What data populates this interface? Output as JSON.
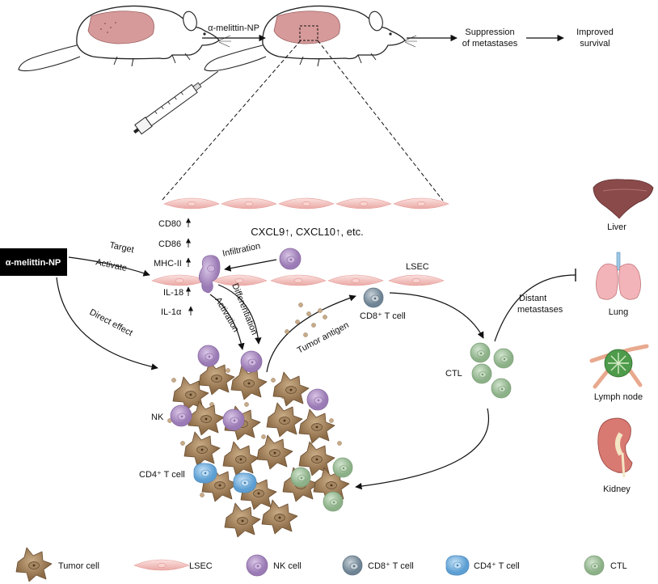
{
  "top": {
    "injection_label": "α-melittin-NP",
    "outcome1_line1": "Suppression",
    "outcome1_line2": "of metastases",
    "outcome2_line1": "Improved",
    "outcome2_line2": "survival"
  },
  "mechanism": {
    "agent_box": "α-melittin-NP",
    "target": "Target",
    "activate": "Activate",
    "direct_effect": "Direct effect",
    "markers": [
      "CD80",
      "CD86",
      "MHC-II",
      "IL-18",
      "IL-1α"
    ],
    "chemokines": "CXCL9↑, CXCL10↑, etc.",
    "infiltration": "Infiltration",
    "differentiation": "Differentiation",
    "activation": "Activation",
    "lsec": "LSEC",
    "tumor_antigen": "Tumor antigen",
    "cd8": "CD8⁺ T cell",
    "ctl": "CTL",
    "nk": "NK",
    "cd4": "CD4⁺ T cell",
    "distant_line1": "Distant",
    "distant_line2": "metastases"
  },
  "organs": [
    "Liver",
    "Lung",
    "Lymph node",
    "Kidney"
  ],
  "legend": [
    {
      "label": "Tumor cell",
      "icon": "tumor-cell-icon"
    },
    {
      "label": "LSEC",
      "icon": "lsec-icon"
    },
    {
      "label": "NK cell",
      "icon": "nk-cell-icon"
    },
    {
      "label": "CD8⁺ T cell",
      "icon": "cd8-cell-icon"
    },
    {
      "label": "CD4⁺ T cell",
      "icon": "cd4-cell-icon"
    },
    {
      "label": "CTL",
      "icon": "ctl-icon"
    }
  ],
  "colors": {
    "tumor": "#a88763",
    "lsec": "#f4c7c4",
    "nk": "#b59ac9",
    "cd8": "#8fa0ad",
    "cd4": "#7fb6e3",
    "ctl": "#a7c8a3",
    "liver": "#8b4a4a",
    "agent_box": "#000000"
  }
}
